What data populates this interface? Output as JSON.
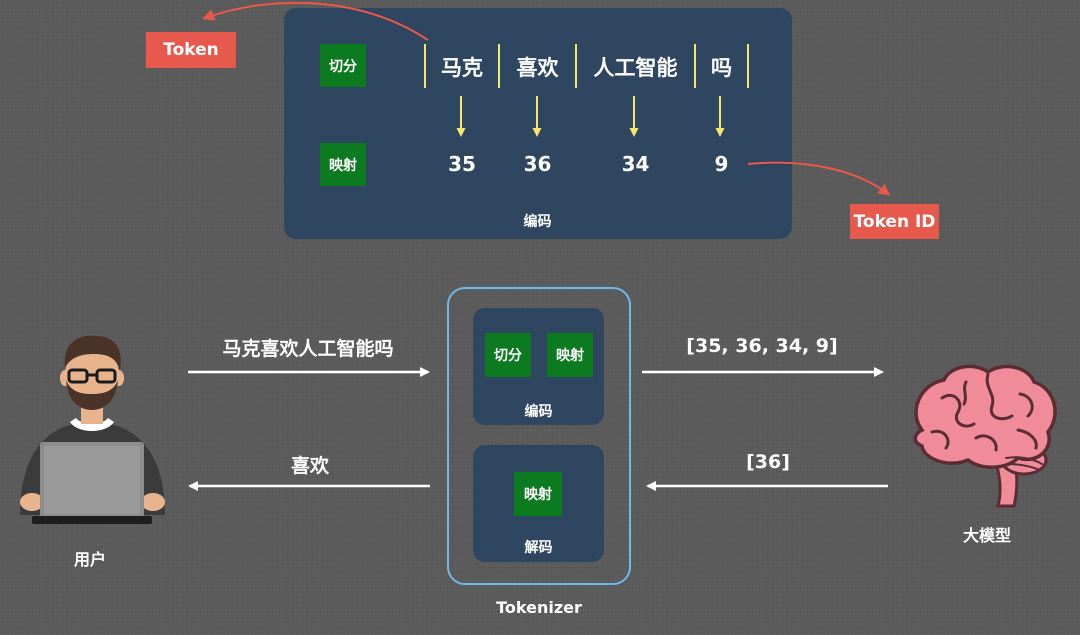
{
  "encode_panel": {
    "split_label": "切分",
    "map_label": "映射",
    "tokens": [
      "马克",
      "喜欢",
      "人工智能",
      "吗"
    ],
    "ids": [
      "35",
      "36",
      "34",
      "9"
    ],
    "caption": "编码"
  },
  "tags": {
    "token": "Token",
    "token_id": "Token ID"
  },
  "user": {
    "label": "用户"
  },
  "flow": {
    "input_text": "马克喜欢人工智能吗",
    "input_ids": "[35, 36, 34, 9]",
    "output_ids": "[36]",
    "output_text": "喜欢"
  },
  "tokenizer": {
    "label": "Tokenizer",
    "encode": {
      "split": "切分",
      "map": "映射",
      "caption": "编码"
    },
    "decode": {
      "map": "映射",
      "caption": "解码"
    }
  },
  "model": {
    "label": "大模型"
  },
  "colors": {
    "panel": "#2f4660",
    "green": "#0c7a1f",
    "tag_red": "#e8594d",
    "yellow": "#f3e66a",
    "tokenizer_border": "#6fb8ea",
    "brain": "#f08c99"
  }
}
